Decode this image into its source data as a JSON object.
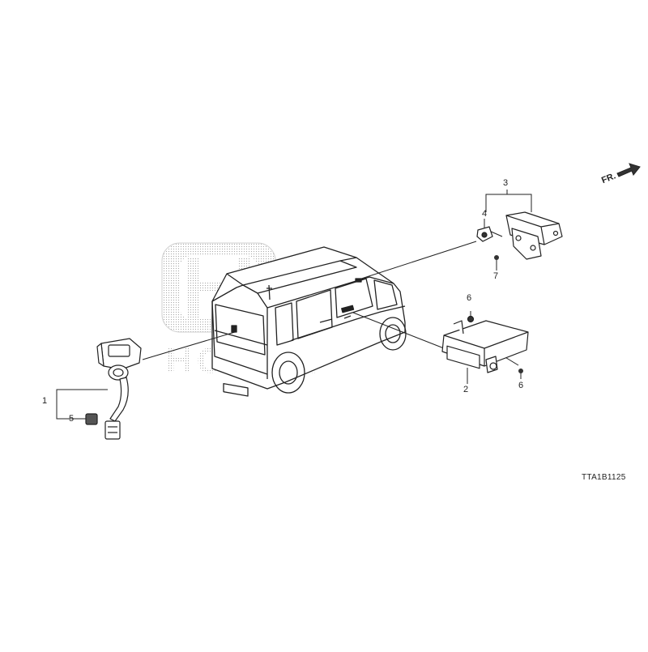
{
  "diagram": {
    "direction_label": "FR.",
    "drawing_code": "TTA1B1125",
    "callouts": [
      "1",
      "2",
      "3",
      "4",
      "5",
      "6",
      "6",
      "7"
    ],
    "watermark": "HONDA"
  }
}
